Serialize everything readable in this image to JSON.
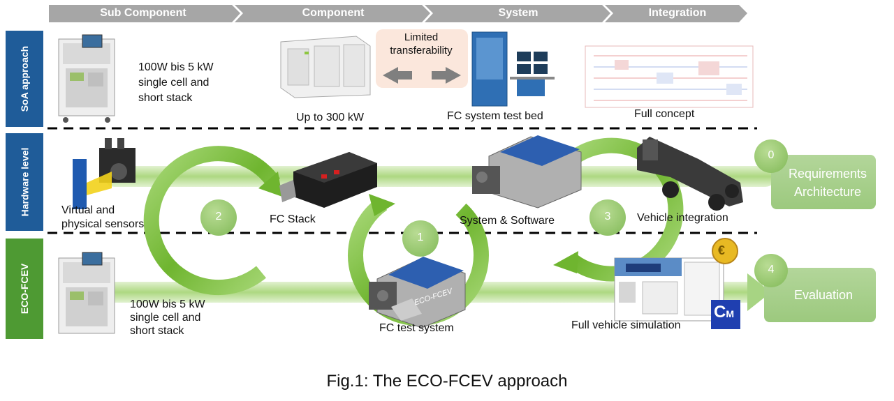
{
  "header_steps": [
    "Sub Component",
    "Component",
    "System",
    "Integration"
  ],
  "rows": [
    "SoA approach",
    "Hardware level",
    "ECO-FCEV"
  ],
  "soa": {
    "subcomponent_label": "100W bis 5 kW\nsingle cell and\nshort stack",
    "component_label": "Up to 300 kW",
    "limited_label": "Limited\ntransferability",
    "system_label": "FC system test bed",
    "integration_label": "Full concept"
  },
  "hardware": {
    "sensors_label": "Virtual and\nphysical sensors",
    "stack_label": "FC Stack",
    "system_label": "System & Software",
    "vehicle_label": "Vehicle integration"
  },
  "eco": {
    "subcomponent_label": "100W bis 5 kW\nsingle cell and\nshort stack",
    "test_system_label": "FC test system",
    "simulation_label": "Full vehicle simulation",
    "module_text": "ECO-FCEV"
  },
  "cycle_numbers": [
    "2",
    "1",
    "3"
  ],
  "boxes": {
    "requirements_num": "0",
    "requirements_label": "Requirements\nArchitecture",
    "evaluation_num": "4",
    "evaluation_label": "Evaluation"
  },
  "caption": "Fig.1: The ECO-FCEV approach",
  "colors": {
    "header": "#A6A6A6",
    "row_label": "#1F5C99",
    "row_label_eco": "#4E9A33",
    "green": "#8DC63F",
    "green_light": "#A9D18E",
    "box": "#A9D18E"
  },
  "icons": [
    "euro-coin-icon",
    "cm-logo-icon"
  ]
}
